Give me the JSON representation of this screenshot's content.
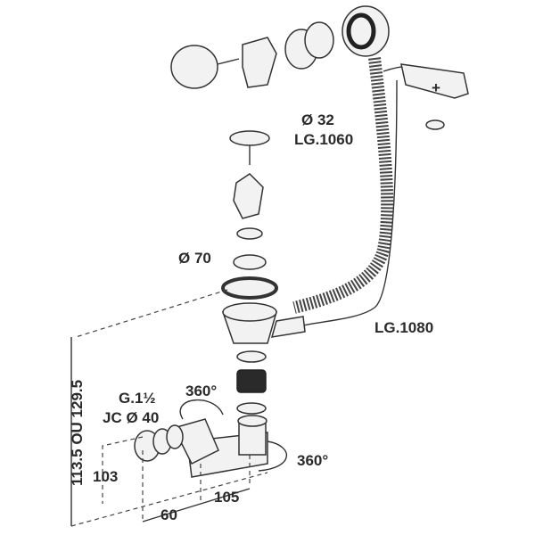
{
  "labels": {
    "hose_diameter": "Ø 32",
    "hose_length": "LG.1060",
    "plus_sign": "+",
    "drain_diameter": "Ø 70",
    "cable_length": "LG.1080",
    "rotation_top": "360°",
    "thread_size": "G.1½",
    "outlet_diameter": "JC Ø 40",
    "height_range": "113.5 OU 129.5",
    "dim_103": "103",
    "dim_105": "105",
    "dim_60": "60",
    "rotation_bottom": "360°"
  }
}
